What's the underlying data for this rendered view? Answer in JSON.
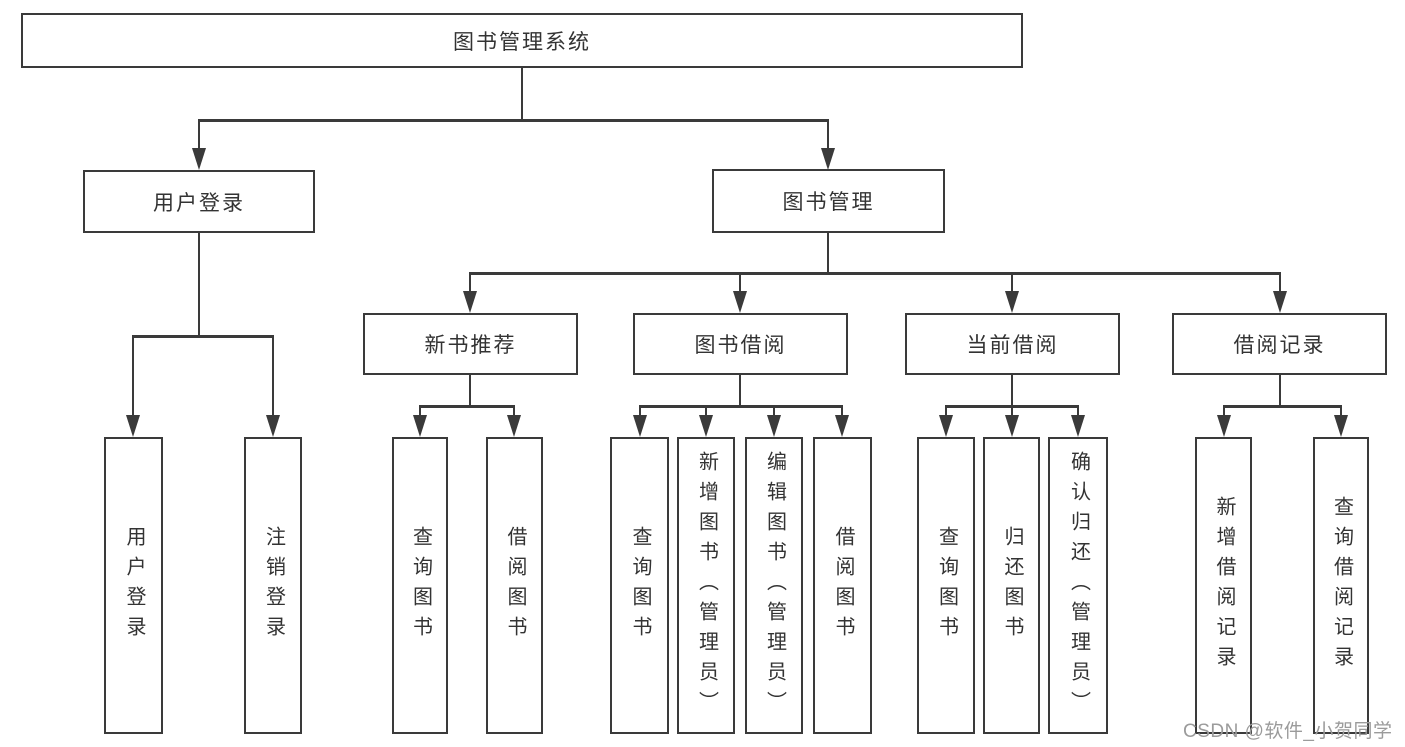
{
  "watermark": "CSDN @软件_小贺同学",
  "colors": {
    "line": "#3a3a3a",
    "text": "#333333",
    "watermark": "#9b9b9b",
    "background": "#ffffff"
  },
  "tree": {
    "label": "图书管理系统",
    "children": [
      {
        "label": "用户登录",
        "children": [
          {
            "label": "用户登录"
          },
          {
            "label": "注销登录"
          }
        ]
      },
      {
        "label": "图书管理",
        "children": [
          {
            "label": "新书推荐",
            "children": [
              {
                "label": "查询图书"
              },
              {
                "label": "借阅图书"
              }
            ]
          },
          {
            "label": "图书借阅",
            "children": [
              {
                "label": "查询图书"
              },
              {
                "label": "新增图书（管理员）"
              },
              {
                "label": "编辑图书（管理员）"
              },
              {
                "label": "借阅图书"
              }
            ]
          },
          {
            "label": "当前借阅",
            "children": [
              {
                "label": "查询图书"
              },
              {
                "label": "归还图书"
              },
              {
                "label": "确认归还（管理员）"
              }
            ]
          },
          {
            "label": "借阅记录",
            "children": [
              {
                "label": "新增借阅记录"
              },
              {
                "label": "查询借阅记录"
              }
            ]
          }
        ]
      }
    ]
  }
}
